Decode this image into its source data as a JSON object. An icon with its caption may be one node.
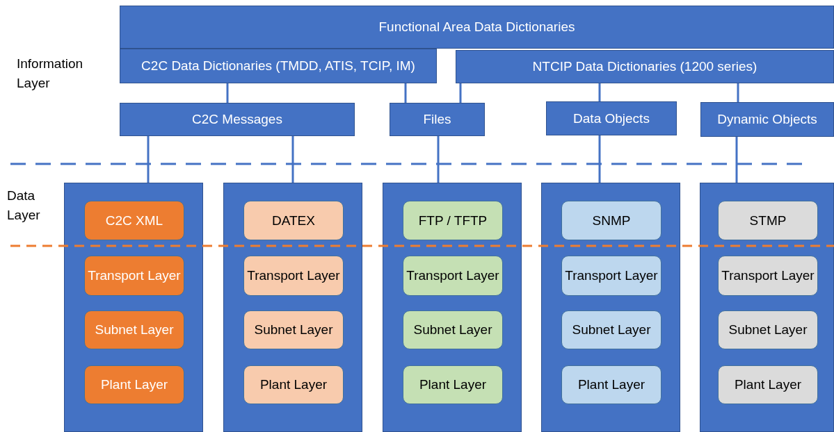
{
  "diagram": {
    "nodes": [
      {
        "text": [
          "Functional Area Data Dictionaries"
        ]
      },
      {
        "text": [
          "C2C Data Dictionaries (TMDD, ATIS, TCIP, IM)"
        ]
      },
      {
        "text": [
          "NTCIP Data Dictionaries (1200 series)"
        ]
      },
      {
        "text": [
          "C2C Messages"
        ]
      },
      {
        "text": [
          "Files"
        ]
      },
      {
        "text": [
          "Data Objects"
        ]
      },
      {
        "text": [
          "Dynamic Objects"
        ]
      },
      {
        "text": [],
        "shape": "box"
      },
      {
        "text": [
          "C2C XML"
        ],
        "in": 7
      },
      {
        "text": [
          "Transport Layer"
        ],
        "in": 7
      },
      {
        "text": [
          "Subnet Layer"
        ],
        "in": 7
      },
      {
        "text": [
          "Plant Layer"
        ],
        "in": 7
      },
      {
        "text": [],
        "shape": "box"
      },
      {
        "text": [
          "DATEX"
        ],
        "in": 12
      },
      {
        "text": [
          "Transport Layer"
        ],
        "in": 12
      },
      {
        "text": [
          "Subnet Layer"
        ],
        "in": 12
      },
      {
        "text": [
          "Plant Layer"
        ],
        "in": 12
      },
      {
        "text": [],
        "shape": "box"
      },
      {
        "text": [
          "FTP / TFTP"
        ],
        "in": 17
      },
      {
        "text": [
          "Transport Layer"
        ],
        "in": 17
      },
      {
        "text": [
          "Subnet Layer"
        ],
        "in": 17
      },
      {
        "text": [
          "Plant Layer"
        ],
        "in": 17
      },
      {
        "text": [],
        "shape": "box"
      },
      {
        "text": [
          "SNMP"
        ],
        "in": 22
      },
      {
        "text": [
          "Transport Layer"
        ],
        "in": 22
      },
      {
        "text": [
          "Subnet Layer"
        ],
        "in": 22
      },
      {
        "text": [
          "Plant Layer"
        ],
        "in": 22
      },
      {
        "text": [],
        "shape": "box"
      },
      {
        "text": [
          "STMP"
        ],
        "in": 27
      },
      {
        "text": [
          "Transport Layer"
        ],
        "in": 27
      },
      {
        "text": [
          "Subnet Layer"
        ],
        "in": 27
      },
      {
        "text": [
          "Plant Layer"
        ],
        "in": 27
      }
    ],
    "edges": [
      {
        "from": 1,
        "to": 3,
        "arrow": "none"
      },
      {
        "from": 1,
        "to": 4,
        "arrow": "none"
      },
      {
        "from": 2,
        "to": 4,
        "arrow": "none"
      },
      {
        "from": 2,
        "to": 5,
        "arrow": "none"
      },
      {
        "from": 2,
        "to": 6,
        "arrow": "none"
      },
      {
        "from": 3,
        "to": 7,
        "arrow": "none"
      },
      {
        "from": 3,
        "to": 12,
        "arrow": "none"
      },
      {
        "from": 4,
        "to": 17,
        "arrow": "none"
      },
      {
        "from": 5,
        "to": 22,
        "arrow": "none"
      },
      {
        "from": 6,
        "to": 27,
        "arrow": "none"
      }
    ],
    "labels": [
      "Information Layer",
      "Data Layer"
    ]
  }
}
